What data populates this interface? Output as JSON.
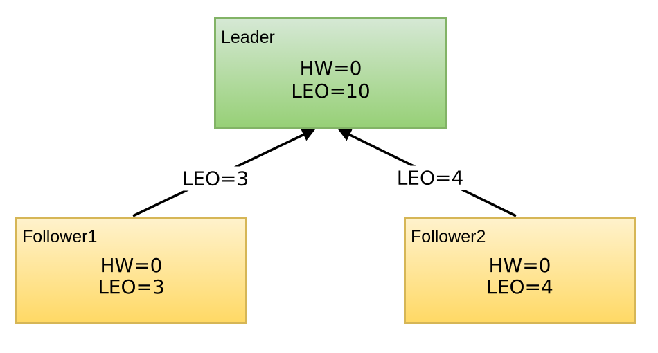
{
  "diagram": {
    "description": "Kafka replication high-watermark diagram: one leader and two followers",
    "colors": {
      "background": "#ffffff",
      "leader_fill_top": "#d5e8d4",
      "leader_fill_bottom": "#97d077",
      "leader_border": "#82b366",
      "follower_fill_top": "#fff2cc",
      "follower_fill_bottom": "#ffd966",
      "follower_border": "#d6b656",
      "arrow": "#000000",
      "text": "#000000"
    },
    "nodes": [
      {
        "id": "leader",
        "title": "Leader",
        "values": [
          "HW=0",
          "LEO=10"
        ]
      },
      {
        "id": "follower1",
        "title": "Follower1",
        "values": [
          "HW=0",
          "LEO=3"
        ]
      },
      {
        "id": "follower2",
        "title": "Follower2",
        "values": [
          "HW=0",
          "LEO=4"
        ]
      }
    ],
    "edges": [
      {
        "from": "follower1",
        "to": "leader",
        "label": "LEO=3"
      },
      {
        "from": "follower2",
        "to": "leader",
        "label": "LEO=4"
      }
    ]
  }
}
